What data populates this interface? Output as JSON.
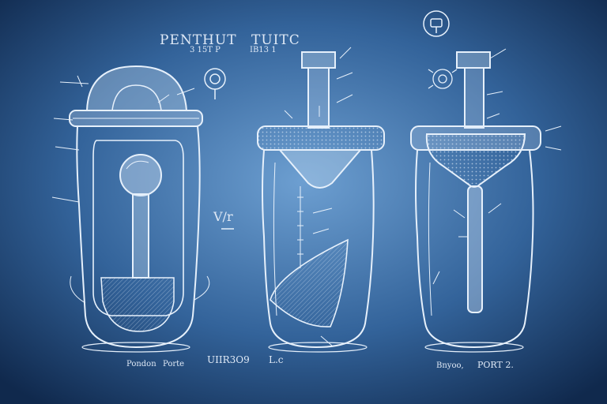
{
  "labels": {
    "title_main": "PENTHUT",
    "title_right": "TUITC",
    "subtitle_left": "3 15T P",
    "subtitle_right": "IB13 1",
    "center_mark": "V/r",
    "footer_left_a": "Pondon",
    "footer_left_b": "Porte",
    "footer_mid": "UIIR3O9",
    "footer_mid_b": "L.c",
    "footer_right_a": "Bnyoo,",
    "footer_right_b": "PORT 2."
  },
  "colors": {
    "background_center": "#6d9fd1",
    "background_edge": "#10294d",
    "line": "#e6f0fb",
    "fill": "#c7dcf2"
  }
}
